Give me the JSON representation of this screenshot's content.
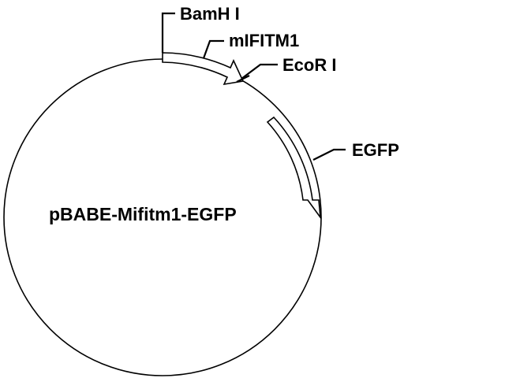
{
  "plasmid": {
    "name": "pBABE-Mifitm1-EGFP"
  },
  "features": {
    "bamhi": {
      "label": "BamH I"
    },
    "mifitm1": {
      "label": "mIFITM1"
    },
    "ecori": {
      "label": "EcoR I"
    },
    "egfp": {
      "label": "EGFP"
    }
  },
  "colors": {
    "stroke": "#000000",
    "fill": "#ffffff"
  }
}
